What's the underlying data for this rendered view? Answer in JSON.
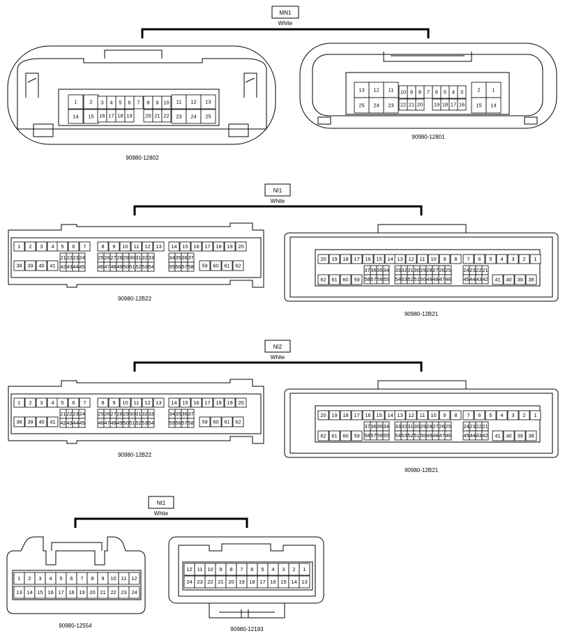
{
  "groups": [
    {
      "name": "MN1",
      "color": "White"
    },
    {
      "name": "NI1",
      "color": "White"
    },
    {
      "name": "NI2",
      "color": "White"
    },
    {
      "name": "Nt1",
      "color": "White"
    }
  ],
  "connectors": {
    "mn1_male": {
      "part_number": "90980-12802",
      "row1": [
        "1",
        "2",
        "3",
        "4",
        "5",
        "6",
        "7",
        "8",
        "9",
        "10",
        "11",
        "12",
        "13"
      ],
      "row2": [
        "14",
        "15",
        "16",
        "17",
        "18",
        "19",
        "20",
        "21",
        "22",
        "23",
        "24",
        "25"
      ]
    },
    "mn1_female": {
      "part_number": "90980-12801",
      "row1": [
        "13",
        "12",
        "11",
        "10",
        "9",
        "8",
        "7",
        "6",
        "5",
        "4",
        "3",
        "2",
        "1"
      ],
      "row2": [
        "25",
        "24",
        "23",
        "22",
        "21",
        "20",
        "19",
        "18",
        "17",
        "16",
        "15",
        "14"
      ]
    },
    "ni_male": {
      "part_number": "90980-12B22",
      "row1": [
        "1",
        "2",
        "3",
        "4",
        "5",
        "6",
        "7",
        "8",
        "9",
        "10",
        "11",
        "12",
        "13",
        "14",
        "15",
        "16",
        "17",
        "18",
        "19",
        "20"
      ],
      "row2a": [
        "21",
        "22",
        "23",
        "24",
        "25",
        "26",
        "27",
        "28",
        "29",
        "30",
        "31",
        "32",
        "33",
        "34",
        "35",
        "36",
        "37"
      ],
      "row2b": [
        "42",
        "43",
        "44",
        "45",
        "46",
        "47",
        "48",
        "49",
        "50",
        "51",
        "52",
        "53",
        "54",
        "55",
        "56",
        "57",
        "58"
      ],
      "row3": [
        "38",
        "39",
        "40",
        "41",
        "59",
        "60",
        "61",
        "62"
      ]
    },
    "ni_female": {
      "part_number": "90980-12B21",
      "row1": [
        "20",
        "19",
        "18",
        "17",
        "16",
        "15",
        "14",
        "13",
        "12",
        "11",
        "10",
        "9",
        "8",
        "7",
        "6",
        "5",
        "4",
        "3",
        "2",
        "1"
      ],
      "row2a": [
        "37",
        "36",
        "35",
        "34",
        "33",
        "32",
        "31",
        "30",
        "29",
        "28",
        "27",
        "26",
        "25",
        "24",
        "23",
        "22",
        "21"
      ],
      "row2b": [
        "58",
        "57",
        "56",
        "55",
        "54",
        "53",
        "52",
        "51",
        "50",
        "49",
        "48",
        "47",
        "46",
        "45",
        "44",
        "43",
        "42"
      ],
      "row3": [
        "62",
        "61",
        "60",
        "59",
        "41",
        "40",
        "39",
        "38"
      ]
    },
    "nt1_male": {
      "part_number": "90980-12554",
      "row1": [
        "1",
        "2",
        "3",
        "4",
        "5",
        "6",
        "7",
        "8",
        "9",
        "10",
        "11",
        "12"
      ],
      "row2": [
        "13",
        "14",
        "15",
        "16",
        "17",
        "18",
        "19",
        "20",
        "21",
        "22",
        "23",
        "24"
      ]
    },
    "nt1_female": {
      "part_number": "90980-12193",
      "row1": [
        "12",
        "11",
        "10",
        "9",
        "8",
        "7",
        "6",
        "5",
        "4",
        "3",
        "2",
        "1"
      ],
      "row2": [
        "24",
        "23",
        "22",
        "21",
        "20",
        "19",
        "18",
        "17",
        "16",
        "15",
        "14",
        "13"
      ]
    }
  }
}
